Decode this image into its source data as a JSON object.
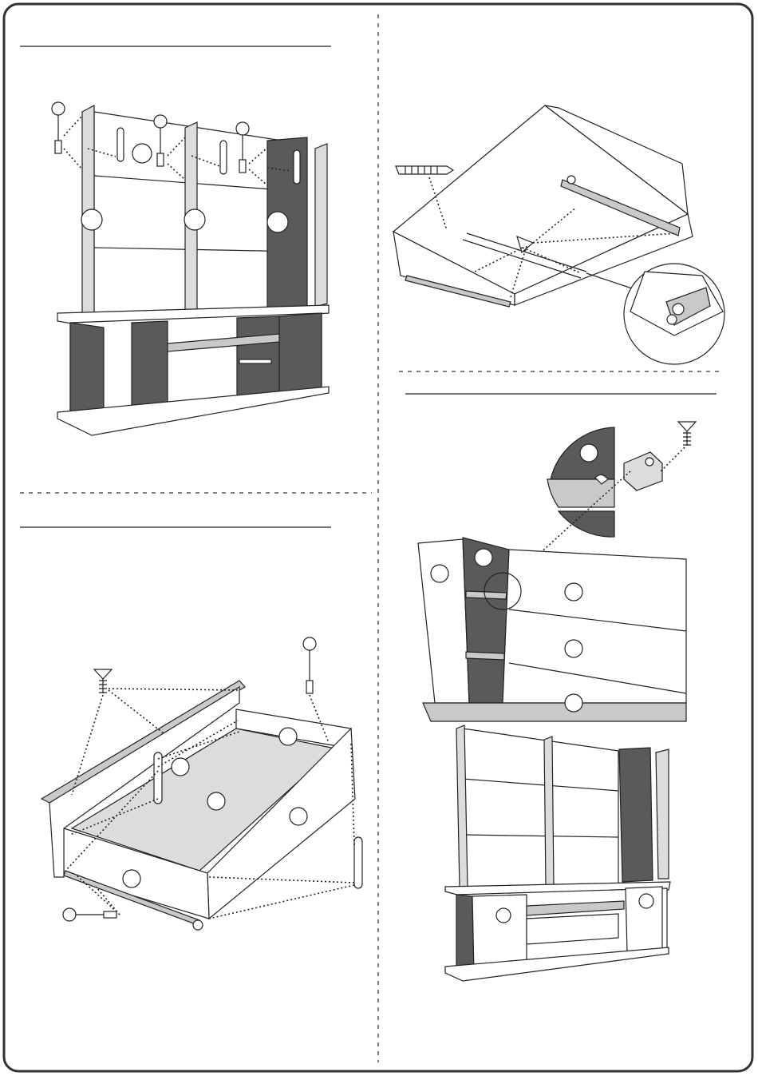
{
  "page": {
    "frame_color": "#333333",
    "panel_color": "#f2f2f2",
    "dark_panel_color": "#5a5a5a",
    "shelf_color": "#c9c9c9"
  },
  "steps": [
    {
      "name": "top-left",
      "content": "frame-assembly",
      "icons": [
        "cam-bolt-icon",
        "dowel-icon",
        "label-circle-icon"
      ]
    },
    {
      "name": "top-right",
      "content": "drawer-runner-mount",
      "icons": [
        "wood-screw-icon",
        "runner-icon",
        "magnifier-detail-icon"
      ]
    },
    {
      "name": "bottom-left",
      "content": "drawer-box-assembly",
      "icons": [
        "countersunk-screw-icon",
        "cam-bolt-icon",
        "dowel-icon"
      ]
    },
    {
      "name": "bottom-right",
      "content": "shelf-support-and-final",
      "icons": [
        "shelf-pin-icon",
        "countersunk-screw-icon",
        "magnifier-detail-icon"
      ]
    }
  ]
}
